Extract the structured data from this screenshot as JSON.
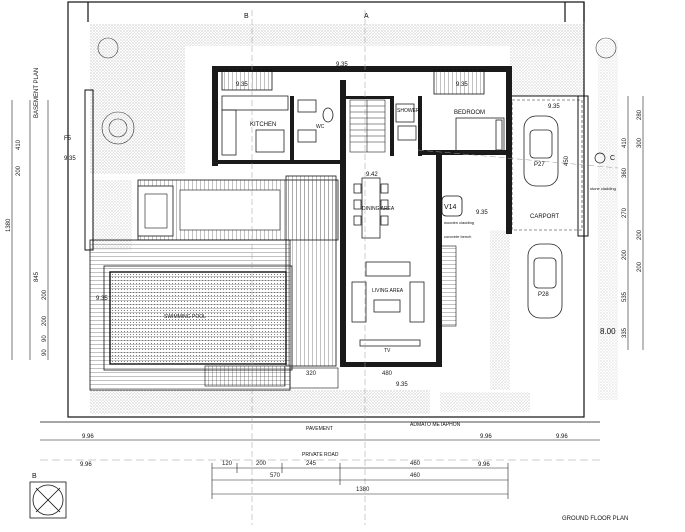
{
  "plan_title": "GROUND FLOOR PLAN",
  "side_label": "BASEMENT PLAN",
  "section_marks": {
    "b_top": "B",
    "a_top": "A",
    "c_right": "C",
    "b_bottom": "B"
  },
  "rooms": {
    "kitchen": "KITCHEN",
    "wc": "WC",
    "shower": "SHOWER",
    "bedroom": "BEDROOM",
    "dining": "DINING AREA",
    "living": "LIVING AREA",
    "carport": "CARPORT",
    "pool": "SWIMMING POOL",
    "tv": "TV"
  },
  "cars": {
    "p27": "P27",
    "p28": "P28"
  },
  "tags": {
    "v14": "V14",
    "f5": "F5"
  },
  "notes": {
    "pavement": "PAVEMENT",
    "private_road": "PRIVATE ROAD",
    "adm": "ADMATO METAPHON",
    "wooden_cladding": "wooden cladding",
    "concrete_bench": "concrete bench",
    "stone_cladding": "stone cladding"
  },
  "levels": {
    "top": "9.35",
    "kitchen": "9.35",
    "bedroom": "9.35",
    "carport": "9.35",
    "dining": "9.42",
    "v14": "9.35",
    "f5": "9.35",
    "pool_side": "9.35",
    "bottom_mid": "9.35",
    "road_left": "9.96",
    "road_left2": "9.96",
    "road_mid": "9.96",
    "road_right": "9.96",
    "road_right2": "9.96",
    "garden_right": "8.00"
  },
  "dims_bottom_row1": [
    "120",
    "200",
    "245",
    "460"
  ],
  "dims_bottom_row2": [
    "570",
    "460"
  ],
  "dims_bottom_row3": [
    "1380"
  ],
  "dim_480": "480",
  "dim_320": "320",
  "dims_left": [
    "410",
    "200",
    "1380",
    "845",
    "200",
    "200",
    "90",
    "90"
  ],
  "dims_right": [
    "410",
    "360",
    "450",
    "270",
    "200",
    "535",
    "335"
  ],
  "dims_right_outer": [
    "280",
    "300",
    "200",
    "200"
  ]
}
